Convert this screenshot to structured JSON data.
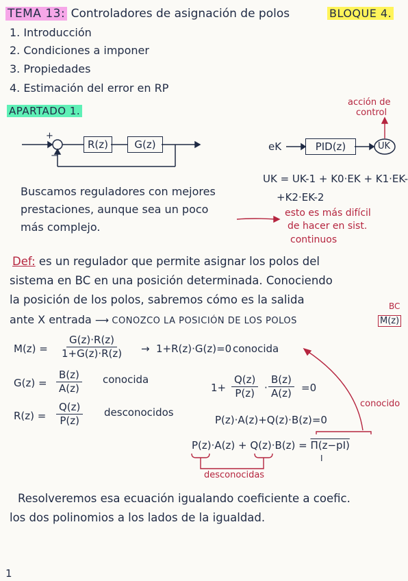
{
  "header": {
    "topic": "TEMA 13:",
    "title": "Controladores de asignación de polos",
    "block": "BLOQUE 4."
  },
  "index": [
    "1. Introducción",
    "2. Condiciones a imponer",
    "3. Propiedades",
    "4. Estimación del error en RP"
  ],
  "section": "APARTADO 1.",
  "diagram_left": {
    "plus": "+",
    "minus": "−",
    "block1": "R(z)",
    "block2": "G(z)"
  },
  "diagram_right": {
    "input": "eK",
    "block": "PID(z)",
    "output": "UK",
    "annotation_line1": "acción de",
    "annotation_line2": "control"
  },
  "uk_eq_line1": "UK = UK-1 + K0·EK + K1·EK-1 +",
  "uk_eq_line2": "+K2·EK-2",
  "search_text": [
    "Buscamos reguladores con mejores",
    "prestaciones, aunque sea un poco",
    "más complejo."
  ],
  "note_red": [
    "esto es más difícil",
    "de hacer en sist.",
    "continuos"
  ],
  "definition": {
    "label": "Def:",
    "line1_rest": " es un regulador que permite asignar los polos del",
    "line2": "sistema en BC en una posición determinada. Conociendo",
    "line3": "la posición de los polos, sabremos cómo es la salida",
    "bc_label": "BC",
    "line4_start": "ante X entrada",
    "line4_caps": "CONOZCO LA POSICIÓN DE LOS POLOS",
    "m_label": "M(z)"
  },
  "equations": {
    "m_lhs": "M(z) =",
    "m_num": "G(z)·R(z)",
    "m_den": "1+G(z)·R(z)",
    "m_rhs": "1+R(z)·G(z)=0",
    "m_rhs_note": "conocida",
    "g_lhs": "G(z) =",
    "g_num": "B(z)",
    "g_den": "A(z)",
    "g_note": "conocida",
    "r_lhs": "R(z) =",
    "r_num": "Q(z)",
    "r_den": "P(z)",
    "r_note": "desconocidos",
    "one_plus": "1+",
    "q_num": "Q(z)",
    "p_den": "P(z)",
    "dot": "·",
    "b_num": "B(z)",
    "a_den": "A(z)",
    "eq_zero": "=0",
    "poly_eq": "P(z)·A(z)+Q(z)·B(z)=0",
    "product_eq_pz": "P(z)",
    "product_eq_mid1": "·A(z) + ",
    "product_eq_qz": "Q(z)",
    "product_eq_mid2": "·B(z) = ",
    "product_eq_rhs": "Π(z−pI)",
    "product_index": "I",
    "unknown_label": "desconocidas",
    "known_label": "conocido"
  },
  "conclusion": [
    "Resolveremos esa ecuación igualando coeficiente a coefic.",
    "los dos polinomios a los lados de la igualdad."
  ],
  "page_number": "1",
  "colors": {
    "ink": "#1f2a44",
    "red_ink": "#b5253f",
    "highlight_pink": "#f6a7e8",
    "highlight_yellow": "#fff45a",
    "highlight_green": "#5ef0b6"
  }
}
